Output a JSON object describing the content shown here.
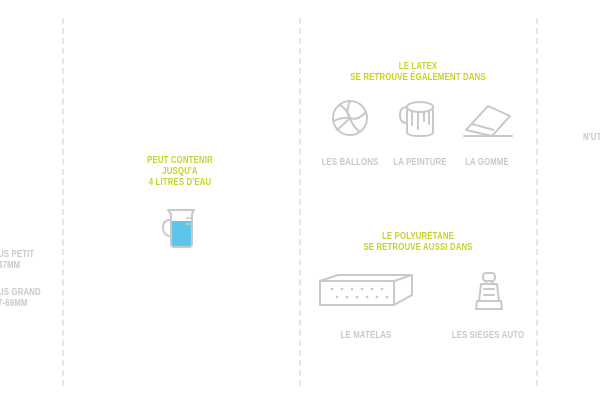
{
  "colors": {
    "accent": "#c6d32b",
    "muted": "#c9c9c9",
    "water": "#5ec4e8",
    "divider": "#e6e6e6"
  },
  "left_panel": {
    "smallest": [
      "US PETIT",
      "47MM"
    ],
    "largest": [
      "US GRAND",
      "7-69MM"
    ]
  },
  "water_panel": {
    "title_lines": [
      "PEUT CONTENIR",
      "JUSQU'A",
      "4 LITRES D'EAU"
    ],
    "icon": "measuring-jug-icon"
  },
  "latex": {
    "title_lines": [
      "LE LATEX",
      "SE RETROUVE ÉGALEMENT DANS"
    ],
    "items": [
      {
        "icon": "volleyball-icon",
        "label": "LES BALLONS"
      },
      {
        "icon": "paint-can-icon",
        "label": "LA PEINTURE"
      },
      {
        "icon": "eraser-icon",
        "label": "LA GOMME"
      }
    ]
  },
  "polyurethane": {
    "title_lines": [
      "LE POLYURÉTANE",
      "SE RETROUVE AUSSI DANS"
    ],
    "items": [
      {
        "icon": "mattress-icon",
        "label": "LE MATELAS"
      },
      {
        "icon": "car-seat-icon",
        "label": "LES SIÈGES AUTO"
      }
    ]
  },
  "right_panel": {
    "partial_text": "N'UT"
  }
}
